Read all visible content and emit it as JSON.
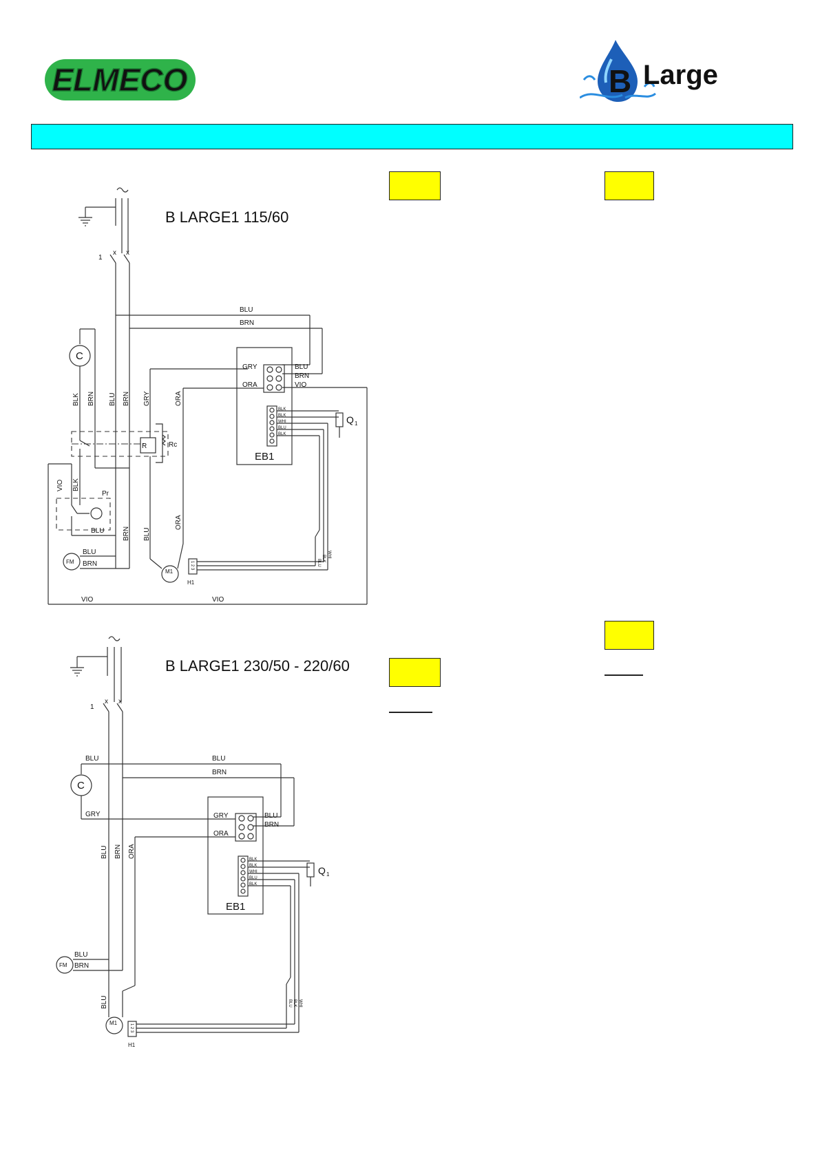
{
  "header": {
    "left_logo_text": "ELMECO",
    "right_logo_text": "Large",
    "right_logo_letter": "B"
  },
  "diagram1": {
    "title": "B LARGE1 115/60",
    "labels": {
      "switch": "1",
      "blu": "BLU",
      "brn": "BRN",
      "blk": "BLK",
      "gry": "GRY",
      "ora": "ORA",
      "vio": "VIO",
      "whi": "WHI",
      "c": "C",
      "r": "R",
      "rc": "Rc",
      "pr": "Pr",
      "fm": "FM",
      "m1": "M1",
      "h1": "H1",
      "eb1": "EB1",
      "q1": "Q",
      "q1_sub": "1",
      "h1_pins": "1 2 3"
    }
  },
  "diagram2": {
    "title": "B LARGE1 230/50 - 220/60",
    "labels": {
      "switch": "1",
      "blu": "BLU",
      "brn": "BRN",
      "blk": "BLK",
      "gry": "GRY",
      "ora": "ORA",
      "whi": "WHI",
      "c": "C",
      "fm": "FM",
      "m1": "M1",
      "h1": "H1",
      "eb1": "EB1",
      "q1": "Q",
      "q1_sub": "1",
      "h1_pins": "1 2 3"
    }
  },
  "colors": {
    "banner": "#00ffff",
    "highlight": "#ffff00",
    "elmeco_green": "#2fb34a",
    "drop_blue": "#1d5fb8"
  }
}
